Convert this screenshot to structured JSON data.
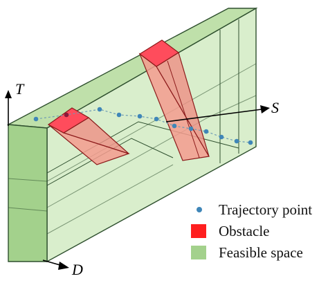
{
  "axes": {
    "t_label": "T",
    "s_label": "S",
    "d_label": "D"
  },
  "legend": {
    "trajectory": "Trajectory point",
    "obstacle": "Obstacle",
    "feasible": "Feasible space"
  },
  "colors": {
    "feasible_fill": "#cfe6bf",
    "feasible_front": "#a3d18c",
    "feasible_edge": "#2e6b2e",
    "obstacle_top": "#ff4c5c",
    "obstacle_side": "#f39b8e",
    "obstacle_edge": "#8b1a1a",
    "trajectory_point": "#3f86b8",
    "trajectory_line": "#6d9bb4"
  }
}
